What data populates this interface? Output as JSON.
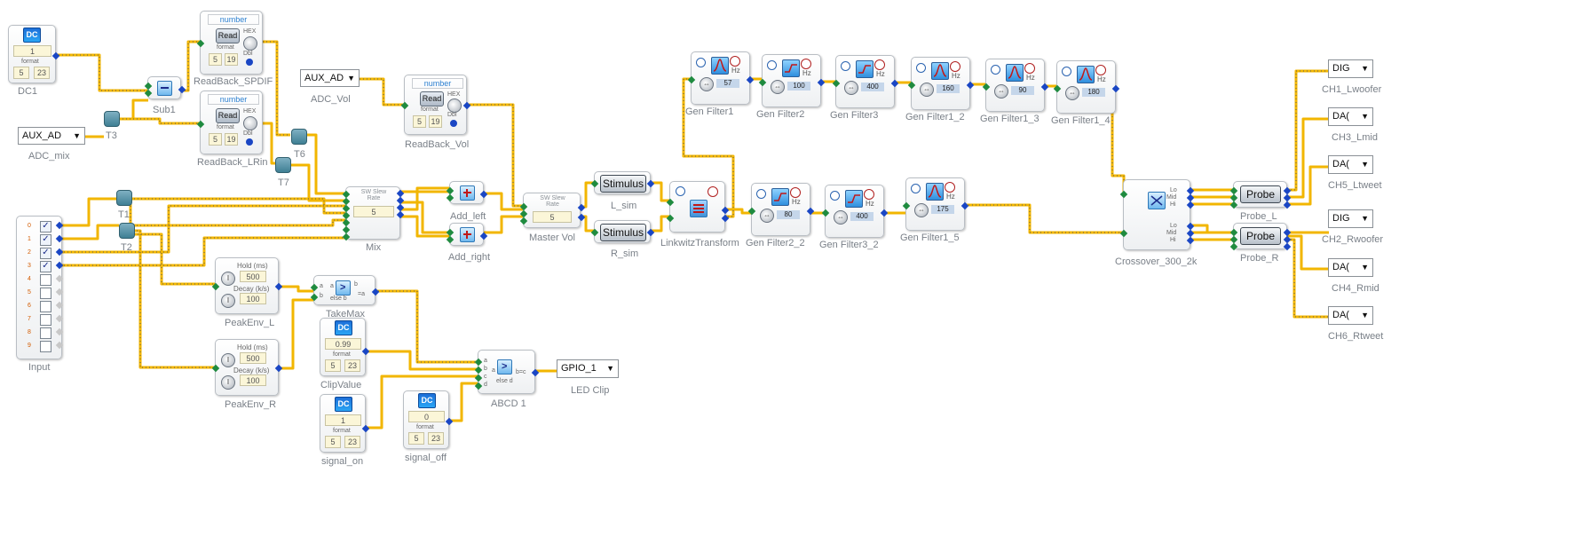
{
  "colors": {
    "wire_main": "#f2b600",
    "wire_dot": "#5a5a5a",
    "input_pin": "#1f8b3f",
    "output_pin": "#1a46c4",
    "field_bg": "#fbf6d8",
    "label": "#7a8088"
  },
  "blocks": {
    "dc1": {
      "label": "DC1",
      "icon": "DC",
      "value": "1",
      "format_label": "format",
      "f1": "5",
      "f2": "23"
    },
    "sub1": {
      "label": "Sub1"
    },
    "t3": {
      "label": "T3"
    },
    "adc_mix": {
      "label": "ADC_mix",
      "value": "AUX_AD"
    },
    "readback_spdif": {
      "label": "ReadBack_SPDIF",
      "header": "number",
      "button": "Read",
      "hex": "HEX",
      "dbl": "Dbl",
      "format_label": "format",
      "f1": "5",
      "f2": "19"
    },
    "readback_lrin": {
      "label": "ReadBack_LRin",
      "header": "number",
      "button": "Read",
      "hex": "HEX",
      "dbl": "Dbl",
      "format_label": "format",
      "f1": "5",
      "f2": "19"
    },
    "adc_vol": {
      "label": "ADC_Vol",
      "value": "AUX_AD"
    },
    "readback_vol": {
      "label": "ReadBack_Vol",
      "header": "number",
      "button": "Read",
      "hex": "HEX",
      "dbl": "Dbl",
      "format_label": "format",
      "f1": "5",
      "f2": "19"
    },
    "t6": {
      "label": "T6"
    },
    "t7": {
      "label": "T7"
    },
    "mix": {
      "label": "Mix",
      "hdr1": "SW Slew",
      "hdr2": "Rate",
      "value": "5"
    },
    "add_left": {
      "label": "Add_left"
    },
    "add_right": {
      "label": "Add_right"
    },
    "master_vol": {
      "label": "Master Vol",
      "hdr1": "SW Slew",
      "hdr2": "Rate",
      "value": "5"
    },
    "l_sim": {
      "label": "L_sim",
      "button": "Stimulus"
    },
    "r_sim": {
      "label": "R_sim",
      "button": "Stimulus"
    },
    "linkwitz": {
      "label": "LinkwitzTransform"
    },
    "t1": {
      "label": "T1"
    },
    "t2": {
      "label": "T2"
    },
    "input": {
      "label": "Input",
      "rows": [
        {
          "idx": "0",
          "checked": true
        },
        {
          "idx": "1",
          "checked": true
        },
        {
          "idx": "2",
          "checked": true
        },
        {
          "idx": "3",
          "checked": true
        },
        {
          "idx": "4",
          "checked": false
        },
        {
          "idx": "5",
          "checked": false
        },
        {
          "idx": "6",
          "checked": false
        },
        {
          "idx": "7",
          "checked": false
        },
        {
          "idx": "8",
          "checked": false
        },
        {
          "idx": "9",
          "checked": false
        }
      ]
    },
    "peakenv_l": {
      "label": "PeakEnv_L",
      "hold_label": "Hold (ms)",
      "hold": "500",
      "decay_label": "Decay (k/s)",
      "decay": "100"
    },
    "peakenv_r": {
      "label": "PeakEnv_R",
      "hold_label": "Hold (ms)",
      "hold": "500",
      "decay_label": "Decay (k/s)",
      "decay": "100"
    },
    "takemax": {
      "label": "TakeMax",
      "a": "a",
      "b": "b",
      "out_b": "b",
      "else_b": "else b",
      "eq_a": "=a"
    },
    "clipvalue": {
      "label": "ClipValue",
      "icon": "DC",
      "value": "0.99",
      "format_label": "format",
      "f1": "5",
      "f2": "23"
    },
    "signal_on": {
      "label": "signal_on",
      "icon": "DC",
      "value": "1",
      "format_label": "format",
      "f1": "5",
      "f2": "23"
    },
    "signal_off": {
      "label": "signal_off",
      "icon": "DC",
      "value": "0",
      "format_label": "format",
      "f1": "5",
      "f2": "23"
    },
    "abcd1": {
      "label": "ABCD 1",
      "a": "a",
      "b": "b",
      "c": "c",
      "d": "d",
      "out": "b=c",
      "else_d": "else d"
    },
    "led_clip": {
      "label": "LED Clip",
      "value": "GPIO_1"
    },
    "crossover": {
      "label": "Crossover_300_2k",
      "lo": "Lo",
      "mid": "Mid",
      "hi": "Hi"
    },
    "probe_l": {
      "label": "Probe_L",
      "button": "Probe"
    },
    "probe_r": {
      "label": "Probe_R",
      "button": "Probe"
    },
    "ch1": {
      "label": "CH1_Lwoofer",
      "value": "DIG"
    },
    "ch3": {
      "label": "CH3_Lmid",
      "value": "DA("
    },
    "ch5": {
      "label": "CH5_Ltweet",
      "value": "DA("
    },
    "ch2": {
      "label": "CH2_Rwoofer",
      "value": "DIG"
    },
    "ch4": {
      "label": "CH4_Rmid",
      "value": "DA("
    },
    "ch6": {
      "label": "CH6_Rtweet",
      "value": "DA("
    }
  },
  "filters": [
    {
      "label": "Gen Filter1",
      "value": "57",
      "hz": "Hz",
      "icon": "peak-filter-icon"
    },
    {
      "label": "Gen Filter2",
      "value": "100",
      "hz": "Hz",
      "icon": "shelf-filter-icon"
    },
    {
      "label": "Gen Filter3",
      "value": "400",
      "hz": "Hz",
      "icon": "shelf-filter-icon"
    },
    {
      "label": "Gen Filter1_2",
      "value": "160",
      "hz": "Hz",
      "icon": "peak-filter-icon"
    },
    {
      "label": "Gen Filter1_3",
      "value": "90",
      "hz": "Hz",
      "icon": "peak-filter-icon"
    },
    {
      "label": "Gen Filter1_4",
      "value": "180",
      "hz": "Hz",
      "icon": "peak-filter-icon"
    },
    {
      "label": "Gen Filter2_2",
      "value": "80",
      "hz": "Hz",
      "icon": "shelf-filter-icon"
    },
    {
      "label": "Gen Filter3_2",
      "value": "400",
      "hz": "Hz",
      "icon": "shelf-filter-icon"
    },
    {
      "label": "Gen Filter1_5",
      "value": "175",
      "hz": "Hz",
      "icon": "peak-filter-icon"
    }
  ]
}
